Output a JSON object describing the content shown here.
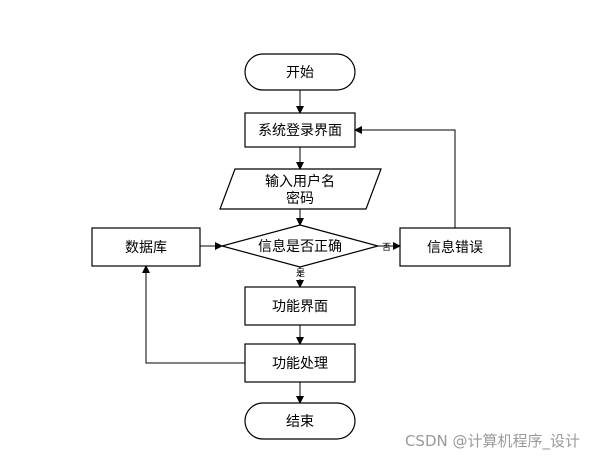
{
  "nodes": {
    "start": "开始",
    "login": "系统登录界面",
    "input_line1": "输入用户名",
    "input_line2": "密码",
    "decision": "信息是否正确",
    "database": "数据库",
    "error": "信息错误",
    "function_ui": "功能界面",
    "function_process": "功能处理",
    "end": "结束"
  },
  "edges": {
    "no_label": "否",
    "yes_label": "是"
  },
  "watermark": "CSDN @计算机程序_设计"
}
